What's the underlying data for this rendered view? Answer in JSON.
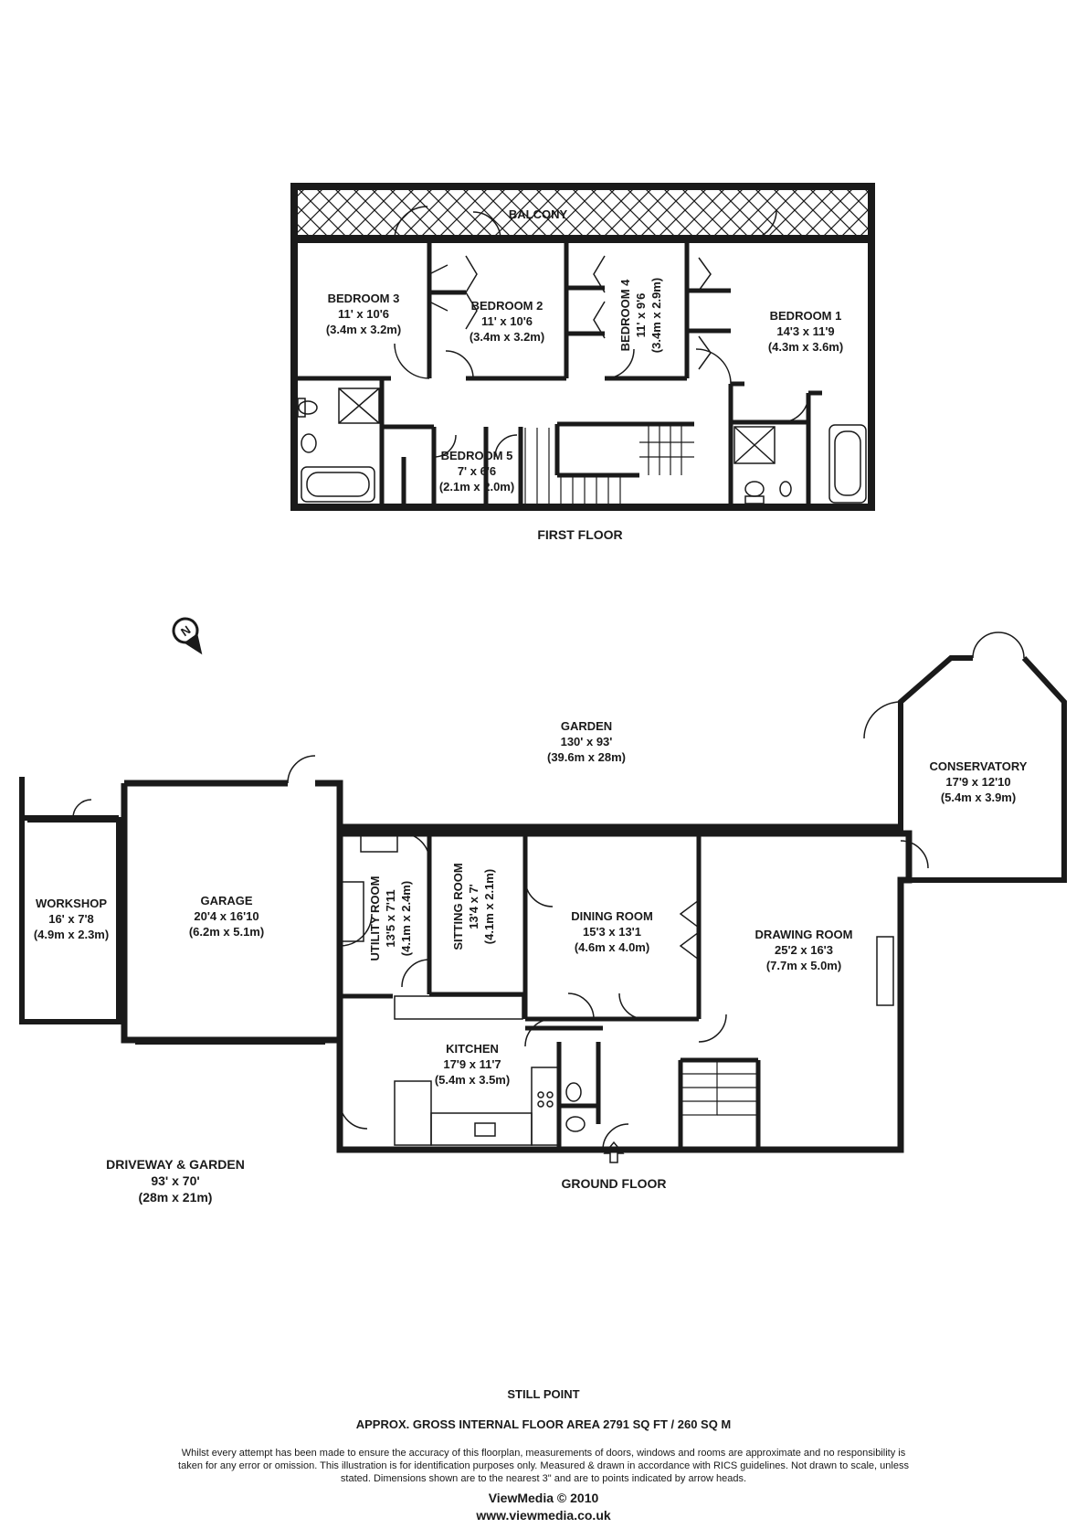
{
  "first_floor": {
    "caption": "FIRST FLOOR",
    "balcony": "BALCONY",
    "rooms": [
      {
        "name": "BEDROOM 3",
        "imperial": "11' x 10'6",
        "metric": "(3.4m x 3.2m)"
      },
      {
        "name": "BEDROOM 2",
        "imperial": "11' x 10'6",
        "metric": "(3.4m x 3.2m)"
      },
      {
        "name": "BEDROOM 4",
        "imperial": "11' x 9'6",
        "metric": "(3.4m x 2.9m)"
      },
      {
        "name": "BEDROOM 1",
        "imperial": "14'3 x 11'9",
        "metric": "(4.3m x 3.6m)"
      },
      {
        "name": "BEDROOM 5",
        "imperial": "7' x 6'6",
        "metric": "(2.1m x 2.0m)"
      }
    ]
  },
  "ground_floor": {
    "caption": "GROUND FLOOR",
    "rooms": [
      {
        "name": "WORKSHOP",
        "imperial": "16' x 7'8",
        "metric": "(4.9m x 2.3m)"
      },
      {
        "name": "GARAGE",
        "imperial": "20'4 x 16'10",
        "metric": "(6.2m x 5.1m)"
      },
      {
        "name": "UTILITY ROOM",
        "imperial": "13'5 x 7'11",
        "metric": "(4.1m x 2.4m)"
      },
      {
        "name": "SITTING ROOM",
        "imperial": "13'4 x 7'",
        "metric": "(4.1m x 2.1m)"
      },
      {
        "name": "DINING ROOM",
        "imperial": "15'3 x 13'1",
        "metric": "(4.6m x 4.0m)"
      },
      {
        "name": "DRAWING ROOM",
        "imperial": "25'2 x 16'3",
        "metric": "(7.7m x 5.0m)"
      },
      {
        "name": "CONSERVATORY",
        "imperial": "17'9 x 12'10",
        "metric": "(5.4m x 3.9m)"
      },
      {
        "name": "KITCHEN",
        "imperial": "17'9 x 11'7",
        "metric": "(5.4m x 3.5m)"
      }
    ]
  },
  "garden": {
    "name": "GARDEN",
    "imperial": "130' x 93'",
    "metric": "(39.6m x 28m)"
  },
  "driveway": {
    "name": "DRIVEWAY & GARDEN",
    "imperial": "93' x 70'",
    "metric": "(28m x 21m)"
  },
  "compass": "N",
  "footer": {
    "property": "STILL POINT",
    "area": "APPROX. GROSS INTERNAL FLOOR AREA 2791 SQ FT / 260 SQ M",
    "disclaimer": "Whilst every attempt has been made to ensure the accuracy of this floorplan, measurements of doors, windows and rooms are approximate and no responsibility is taken for any error or omission. This illustration is for identification purposes only. Measured & drawn in accordance with RICS guidelines. Not drawn to scale, unless stated. Dimensions shown are to the nearest 3\" and are to points indicated by arrow heads.",
    "brand": "ViewMedia © 2010",
    "url": "www.viewmedia.co.uk"
  }
}
